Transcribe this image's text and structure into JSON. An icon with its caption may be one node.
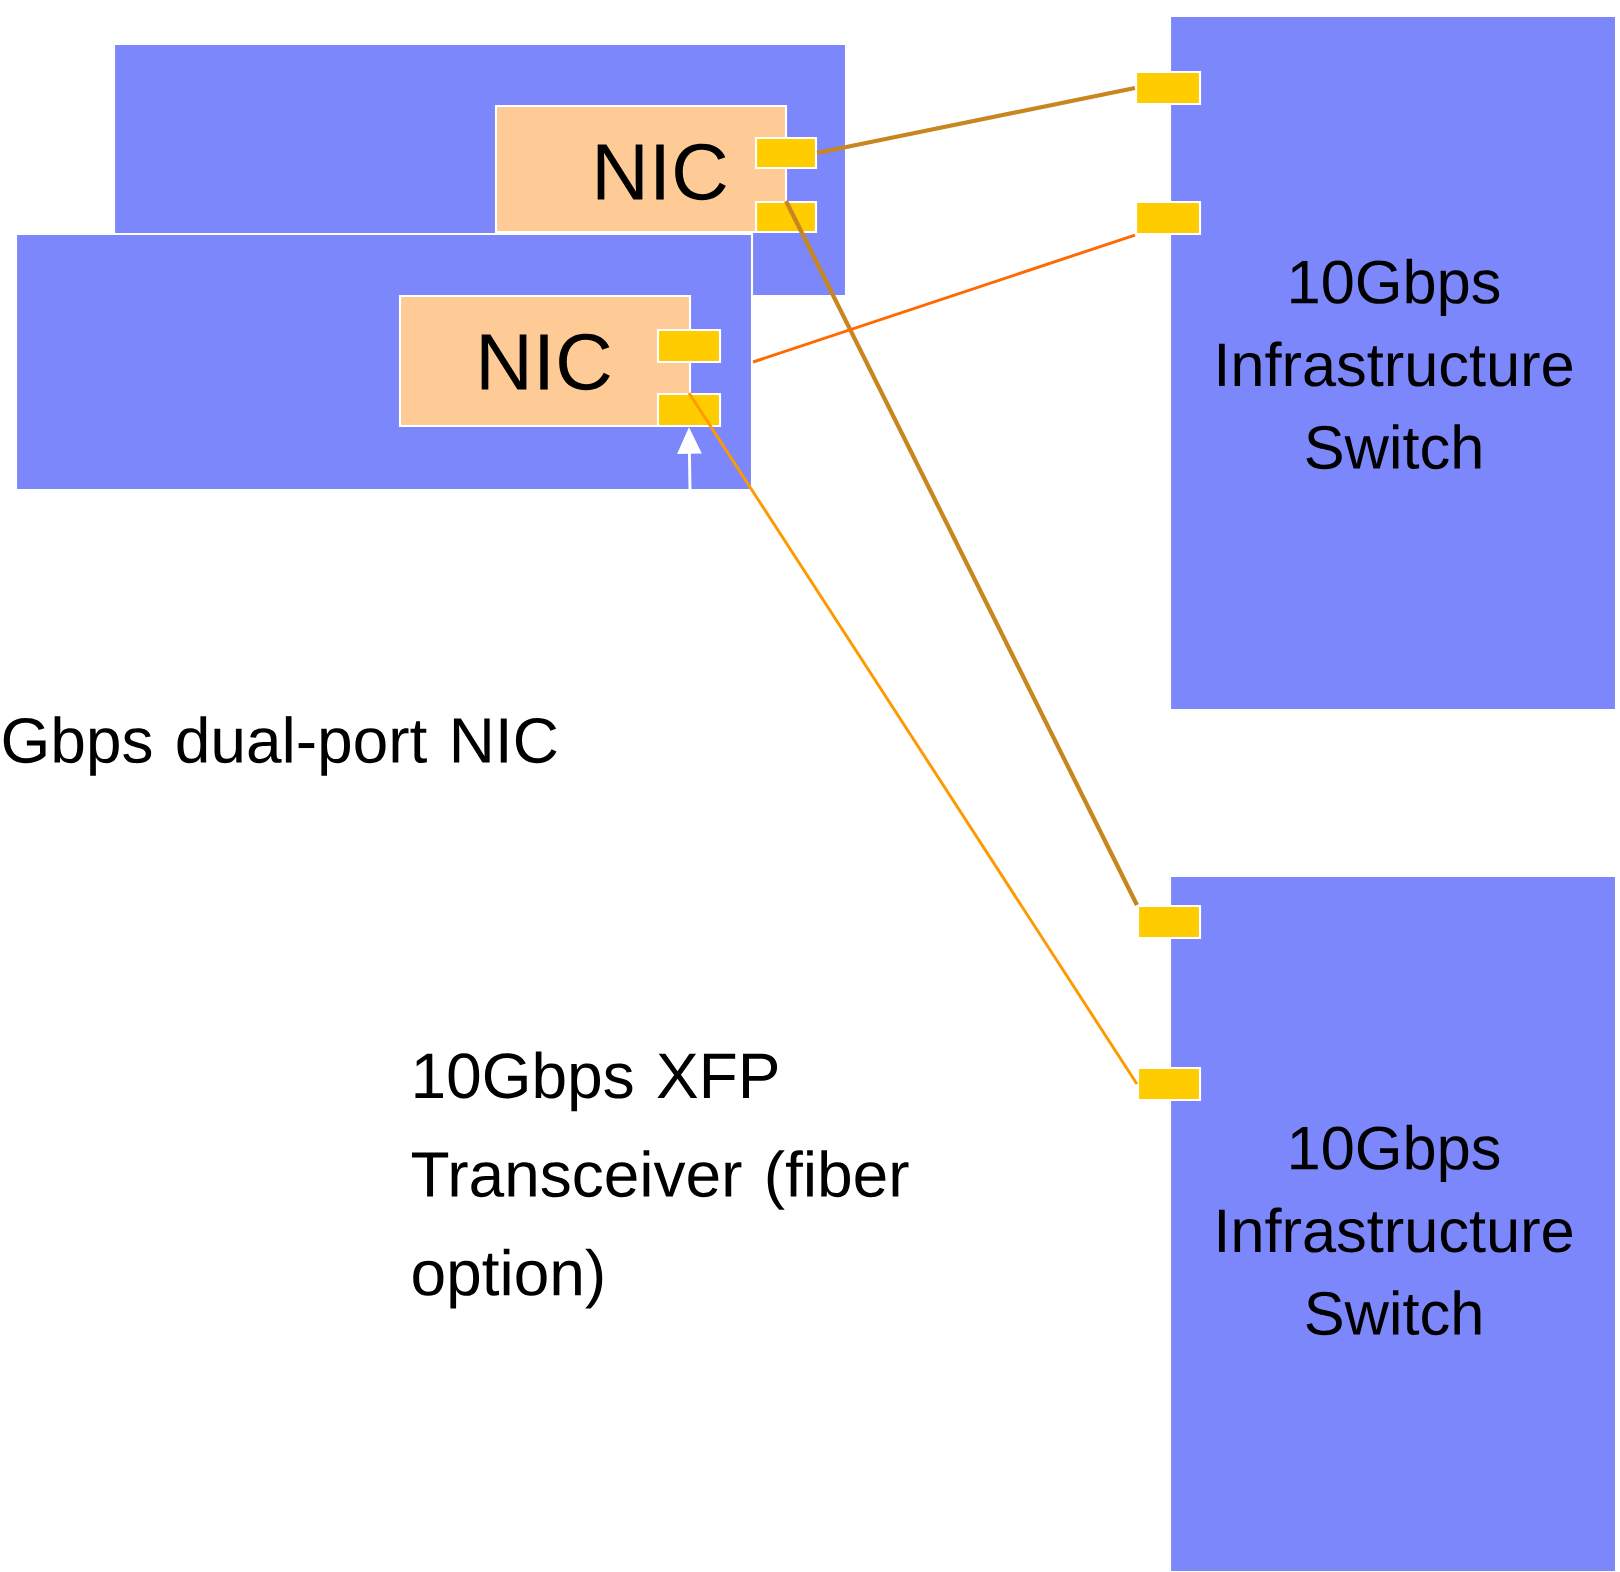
{
  "diagram": {
    "nodes": [
      {
        "text": [],
        "shape": "box"
      },
      {
        "text": [
          "NIC"
        ],
        "in": 0
      },
      {
        "text": [],
        "shape": "box",
        "in": 0
      },
      {
        "text": [],
        "shape": "box",
        "in": 0
      },
      {
        "text": [],
        "shape": "box"
      },
      {
        "text": [
          "NIC"
        ],
        "in": 4
      },
      {
        "text": [],
        "shape": "box",
        "in": 4
      },
      {
        "text": [],
        "shape": "box",
        "in": 4
      },
      {
        "text": [
          "10Gbps Infrastructure Switch"
        ]
      },
      {
        "text": [],
        "shape": "box"
      },
      {
        "text": [],
        "shape": "box"
      },
      {
        "text": [
          "10Gbps Infrastructure Switch"
        ]
      },
      {
        "text": [],
        "shape": "box"
      },
      {
        "text": [],
        "shape": "box"
      }
    ],
    "edges": [
      {
        "from": 2,
        "to": 9,
        "arrow": "none"
      },
      {
        "from": 3,
        "to": 12,
        "arrow": "none"
      },
      {
        "from": 4,
        "to": 10,
        "arrow": "none",
        "color": "#ff6a00"
      },
      {
        "from": 7,
        "to": 13,
        "arrow": "none",
        "color": "#ff9900"
      },
      {
        "from": null,
        "to": 7,
        "arrow": "to",
        "color": "#ffffff"
      }
    ],
    "labels": [
      "Gbps dual-port NIC",
      "10Gbps XFP Transceiver (fiber option)"
    ]
  }
}
